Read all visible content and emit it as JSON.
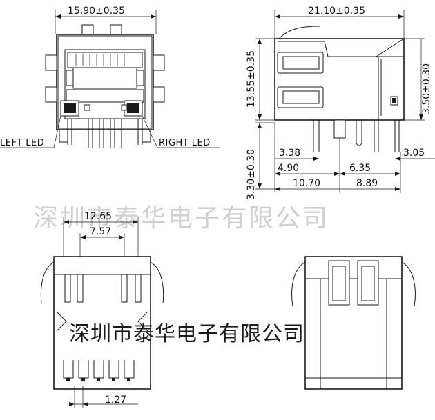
{
  "dimensions": {
    "front_width": "15.90±0.35",
    "side_width": "21.10±0.35",
    "side_height": "13.55±0.35",
    "led_height": "3.50±0.30",
    "pin_length": "3.30±0.30",
    "d_338": "3.38",
    "d_305": "3.05",
    "d_490": "4.90",
    "d_635": "6.35",
    "d_1070": "10.70",
    "d_889": "8.89",
    "d_1265": "12.65",
    "d_757": "7.57",
    "d_127": "1.27"
  },
  "labels": {
    "left_led": "LEFT LED",
    "right_led": "RIGHT LED"
  },
  "watermark": {
    "faded": "深圳市泰华电子有限公司",
    "dark": "深圳市泰华电子有限公司"
  }
}
